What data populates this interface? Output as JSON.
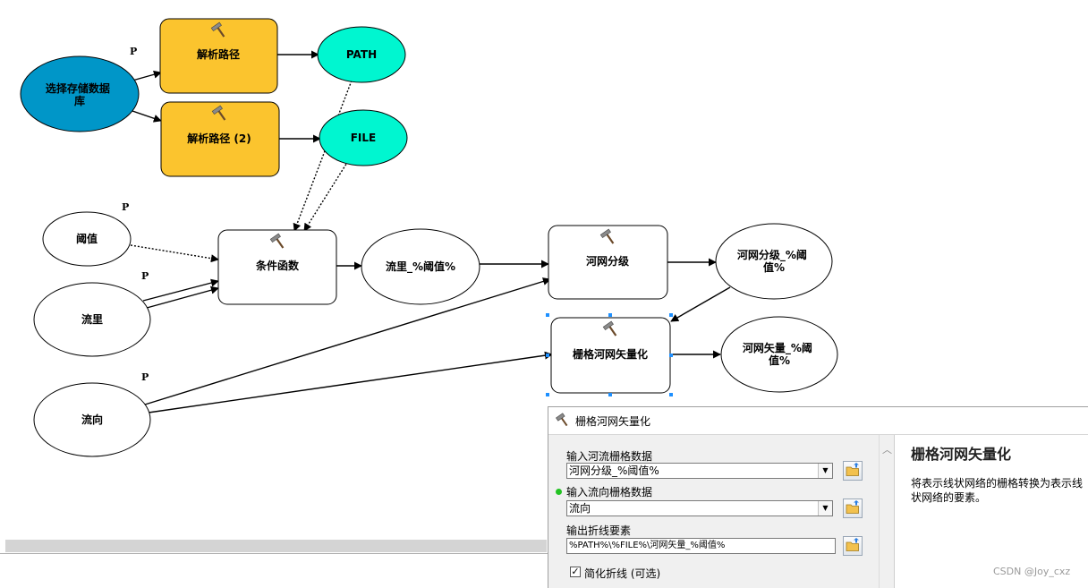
{
  "diagram": {
    "nodes": {
      "select_db": "选择存储数据库",
      "parse_path": "解析路径",
      "parse_path2": "解析路径 (2)",
      "path": "PATH",
      "file": "FILE",
      "threshold": "阈值",
      "flow_acc": "流里",
      "flow_dir": "流向",
      "con": "条件函数",
      "flow_out": "流里_%阈值%",
      "stream_order": "河网分级",
      "order_out": "河网分级_%阈值%",
      "stream_feature": "栅格河网矢量化",
      "feature_out": "河网矢量_%阈值%"
    },
    "param_marker": "P",
    "colors": {
      "data_blue": "#0096c8",
      "tool_yellow": "#fbc42e",
      "var_cyan": "#00f6d0"
    }
  },
  "dialog": {
    "title": "栅格河网矢量化",
    "fields": [
      {
        "label": "输入河流栅格数据",
        "value": "河网分级_%阈值%"
      },
      {
        "label": "输入流向栅格数据",
        "value": "流向"
      },
      {
        "label": "输出折线要素",
        "value": "%PATH%\\%FILE%\\河网矢量_%阈值%"
      }
    ],
    "checkbox_label": "简化折线 (可选)",
    "help_title": "栅格河网矢量化",
    "help_text": "将表示线状网络的栅格转换为表示线状网络的要素。"
  },
  "watermark": "CSDN @Joy_cxz"
}
